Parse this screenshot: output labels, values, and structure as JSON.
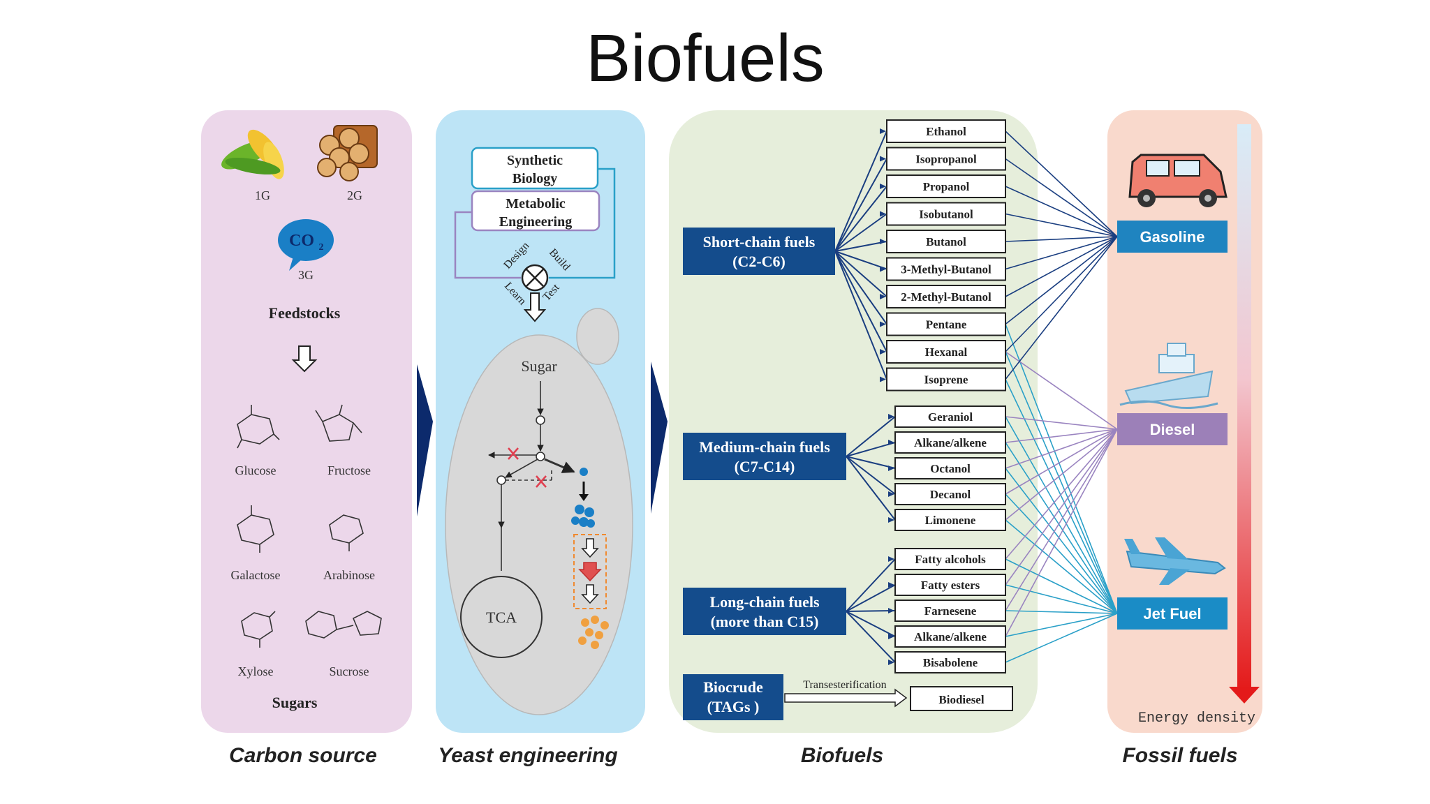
{
  "title": "Biofuels",
  "columns": {
    "carbon_source": "Carbon source",
    "yeast_engineering": "Yeast engineering",
    "biofuels": "Biofuels",
    "fossil_fuels": "Fossil fuels"
  },
  "feedstock": {
    "gen1": "1G",
    "gen2": "2G",
    "gen3": "3G",
    "co2": "CO",
    "co2_sub": "2",
    "feedstocks_label": "Feedstocks",
    "sugars_label": "Sugars",
    "sugars": [
      "Glucose",
      "Fructose",
      "Galactose",
      "Arabinose",
      "Xylose",
      "Sucrose"
    ]
  },
  "yeast": {
    "synthetic_biology": [
      "Synthetic",
      "Biology"
    ],
    "metabolic_engineering": [
      "Metabolic",
      "Engineering"
    ],
    "cycle": [
      "Design",
      "Build",
      "Test",
      "Learn"
    ],
    "sugar": "Sugar",
    "tca": "TCA"
  },
  "biofuels": {
    "groups": [
      {
        "label": [
          "Short-chain fuels",
          "(C2-C6)"
        ],
        "items": [
          "Ethanol",
          "Isopropanol",
          "Propanol",
          "Isobutanol",
          "Butanol",
          "3-Methyl-Butanol",
          "2-Methyl-Butanol",
          "Pentane",
          "Hexanal",
          "Isoprene"
        ]
      },
      {
        "label": [
          "Medium-chain  fuels",
          "(C7-C14)"
        ],
        "items": [
          "Geraniol",
          "Alkane/alkene",
          "Octanol",
          "Decanol",
          "Limonene"
        ]
      },
      {
        "label": [
          "Long-chain  fuels",
          "(more than C15)"
        ],
        "items": [
          "Fatty alcohols",
          "Fatty esters",
          "Farnesene",
          "Alkane/alkene",
          "Bisabolene"
        ]
      }
    ],
    "biocrude": [
      "Biocrude",
      "(TAGs )"
    ],
    "transesterification": "Transesterification",
    "biodiesel": "Biodiesel"
  },
  "fossil": {
    "gasoline": "Gasoline",
    "diesel": "Diesel",
    "jet_fuel": "Jet Fuel",
    "energy_density": "Energy density"
  },
  "colors": {
    "carbon_panel": "#ecd7ea",
    "yeast_panel": "#bde4f6",
    "biofuel_panel": "#e6eedb",
    "fossil_panel": "#f9d9cc",
    "fuel_box": "#144c8c",
    "gasoline_box": "#1f84c0",
    "diesel_box": "#9c80b8",
    "jet_box": "#1a8cc6",
    "line_blue": "#1a3e80",
    "line_cyan": "#2aa0c8",
    "line_purple": "#9a84c0",
    "energy_arrow": "#e32020"
  }
}
